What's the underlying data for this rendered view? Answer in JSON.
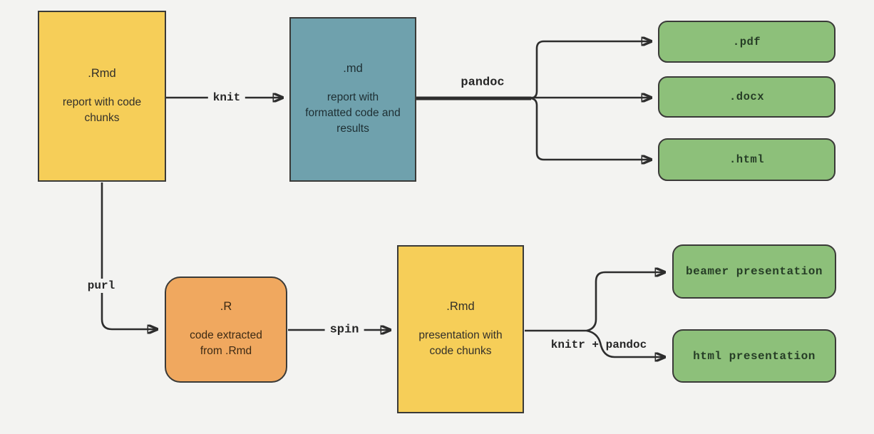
{
  "diagram": {
    "nodes": {
      "rmd_report": {
        "title": ".Rmd",
        "body": "report with code chunks",
        "color": "#f6ce58"
      },
      "md_report": {
        "title": ".md",
        "body": "report with formatted code and results",
        "color": "#6fa1ad"
      },
      "pdf": {
        "label": ".pdf",
        "color": "#8dc07a"
      },
      "docx": {
        "label": ".docx",
        "color": "#8dc07a"
      },
      "html": {
        "label": ".html",
        "color": "#8dc07a"
      },
      "r_script": {
        "title": ".R",
        "body": "code extracted from .Rmd",
        "color": "#f0a85f"
      },
      "rmd_presentation": {
        "title": ".Rmd",
        "body": "presentation with code chunks",
        "color": "#f6ce58"
      },
      "beamer_presentation": {
        "label": "beamer presentation",
        "color": "#8dc07a"
      },
      "html_presentation": {
        "label": "html presentation",
        "color": "#8dc07a"
      }
    },
    "edge_labels": {
      "knit": "knit",
      "pandoc": "pandoc",
      "purl": "purl",
      "spin": "spin",
      "knitr_pandoc": "knitr + pandoc"
    },
    "colors": {
      "background": "#f3f3f1",
      "line": "#2d2d2d",
      "node_border": "#3a3a38",
      "node_yellow": "#f6ce58",
      "node_teal": "#6fa1ad",
      "node_green": "#8dc07a",
      "node_orange": "#f0a85f",
      "output_text": "#263d26"
    }
  }
}
